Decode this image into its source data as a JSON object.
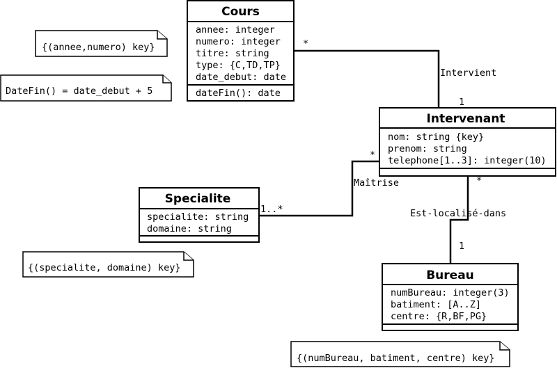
{
  "classes": {
    "cours": {
      "name": "Cours",
      "attributes": [
        "annee: integer",
        "numero: integer",
        "titre: string",
        "type: {C,TD,TP}",
        "date_debut: date"
      ],
      "operations": [
        "dateFin(): date"
      ]
    },
    "intervenant": {
      "name": "Intervenant",
      "attributes": [
        "nom: string {key}",
        "prenom: string",
        "telephone[1..3]: integer(10)"
      ]
    },
    "specialite": {
      "name": "Specialite",
      "attributes": [
        "specialite: string",
        "domaine: string"
      ]
    },
    "bureau": {
      "name": "Bureau",
      "attributes": [
        "numBureau: integer(3)",
        "batiment: [A..Z]",
        "centre: {R,BF,PG}"
      ]
    }
  },
  "notes": {
    "cours_key": "{(annee,numero) key}",
    "datefin": "DateFin() = date_debut + 5",
    "specialite_key": "{(specialite, domaine) key}",
    "bureau_key": "{(numBureau, batiment, centre) key}"
  },
  "associations": {
    "intervient": {
      "label": "Intervient",
      "mult_cours": "*",
      "mult_intervenant": "1"
    },
    "maitrise": {
      "label": "Maîtrise",
      "mult_intervenant": "*",
      "mult_specialite": "1..*"
    },
    "localise": {
      "label": "Est-localisé-dans",
      "mult_intervenant": "*",
      "mult_bureau": "1"
    }
  }
}
